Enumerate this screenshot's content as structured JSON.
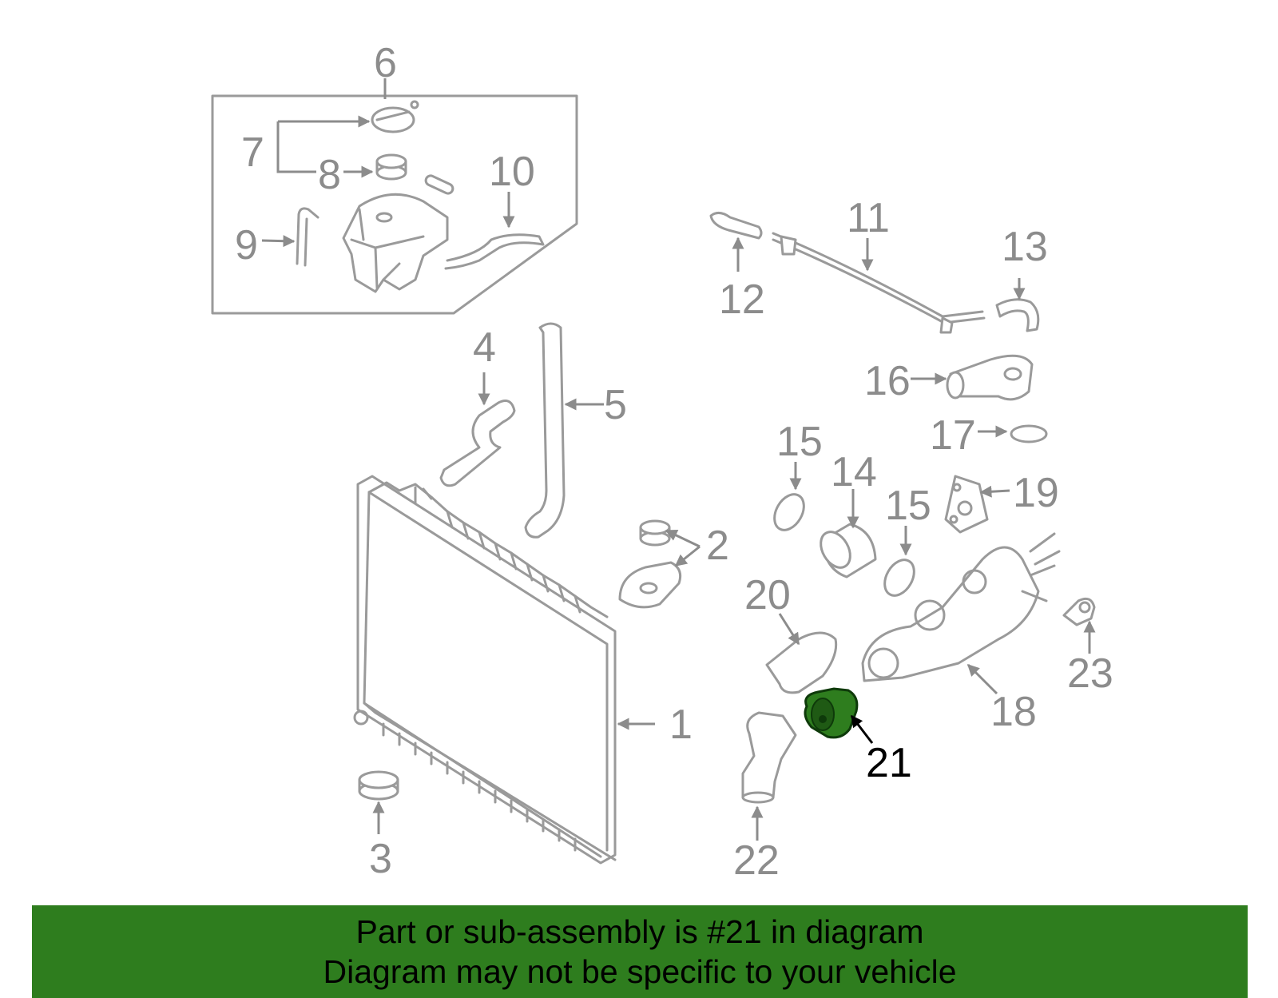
{
  "diagram": {
    "callouts": [
      "1",
      "2",
      "3",
      "4",
      "5",
      "6",
      "7",
      "8",
      "9",
      "10",
      "11",
      "12",
      "13",
      "14",
      "15",
      "15",
      "16",
      "17",
      "18",
      "19",
      "20",
      "21",
      "22",
      "23"
    ],
    "highlighted_part": "21",
    "highlight_color": "#2e7d1e",
    "line_color": "#9a9a9a"
  },
  "footer": {
    "line1": "Part or sub-assembly is #21 in diagram",
    "line2": "Diagram may not be specific to your vehicle",
    "background": "#2e7d1e"
  }
}
